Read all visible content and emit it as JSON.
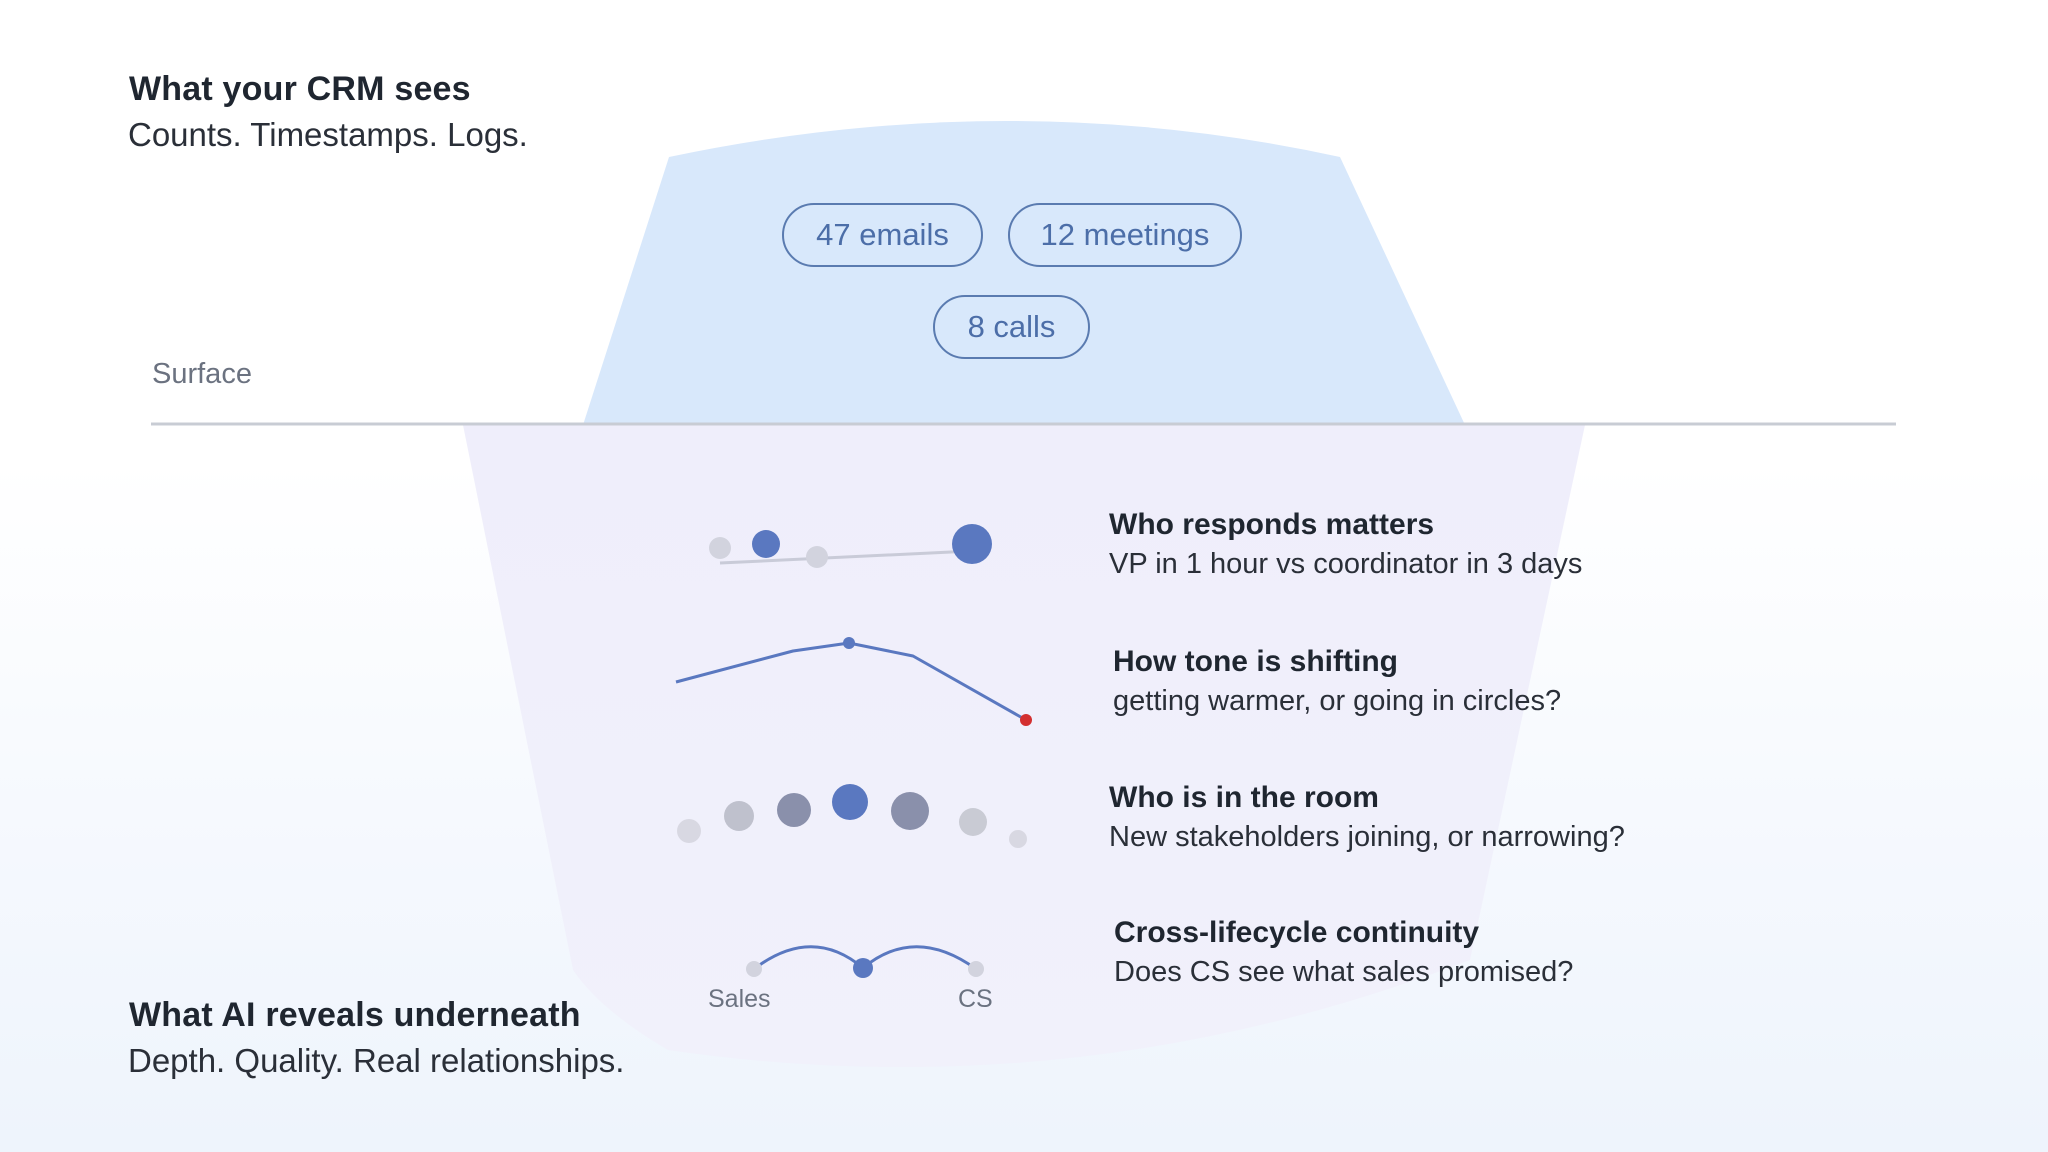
{
  "crm": {
    "heading": "What your CRM sees",
    "subheading": "Counts. Timestamps. Logs."
  },
  "surface": {
    "label": "Surface"
  },
  "metrics": [
    {
      "label": "47 emails"
    },
    {
      "label": "12 meetings"
    },
    {
      "label": "8 calls"
    }
  ],
  "insights": [
    {
      "title": "Who responds matters",
      "subtitle": "VP in 1 hour vs coordinator in 3 days"
    },
    {
      "title": "How tone is shifting",
      "subtitle": "getting warmer, or going in circles?"
    },
    {
      "title": "Who is in the room",
      "subtitle": "New stakeholders joining, or narrowing?"
    },
    {
      "title": "Cross-lifecycle continuity",
      "subtitle": "Does CS see what sales promised?"
    }
  ],
  "continuity": {
    "left_label": "Sales",
    "right_label": "CS"
  },
  "ai": {
    "heading": "What AI reveals underneath",
    "subheading": "Depth. Quality. Real relationships."
  },
  "colors": {
    "above_fill": "#d8e8fb",
    "below_fill": "#eeeefb",
    "waterline": "#c8ccd4",
    "accent_blue": "#5a78c0",
    "muted_gray": "#c9cbd8",
    "mid_gray": "#8a90ab",
    "alert_red": "#d32f2f"
  }
}
